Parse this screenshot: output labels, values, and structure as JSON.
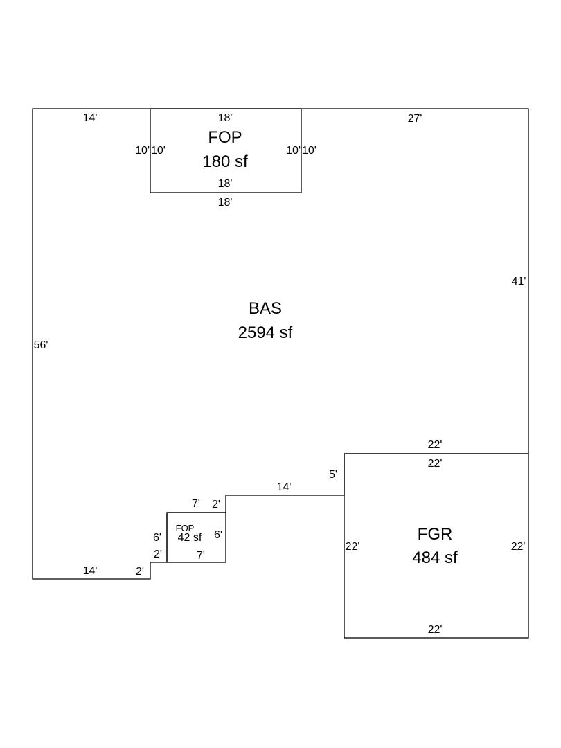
{
  "areas": {
    "bas": {
      "code": "BAS",
      "size": "2594 sf"
    },
    "fop_top": {
      "code": "FOP",
      "size": "180 sf"
    },
    "fop_small": {
      "code": "FOP",
      "size": "42 sf"
    },
    "fgr": {
      "code": "FGR",
      "size": "484 sf"
    }
  },
  "dimensions": {
    "bas_top_left": "14'",
    "bas_top_right": "27'",
    "bas_left": "56'",
    "bas_right": "41'",
    "bas_bottom_left": "14'",
    "bas_bottom_step": "2'",
    "bas_notch_left": "2'",
    "bas_mid_step": "14'",
    "bas_fgr_left": "5'",
    "bas_notch_top": "2'",
    "fop_top_top": "18'",
    "fop_top_bottom_inner": "18'",
    "fop_top_bottom_outer": "18'",
    "fop_top_left_outer": "10'",
    "fop_top_left_inner": "10'",
    "fop_top_right_inner": "10'",
    "fop_top_right_outer": "10'",
    "fop_small_top": "7'",
    "fop_small_bottom": "7'",
    "fop_small_left": "6'",
    "fop_small_right": "6'",
    "fgr_top_outer": "22'",
    "fgr_top_inner": "22'",
    "fgr_left": "22'",
    "fgr_right": "22'",
    "fgr_bottom": "22'"
  },
  "colors": {
    "line": "#000000",
    "background": "#ffffff"
  }
}
